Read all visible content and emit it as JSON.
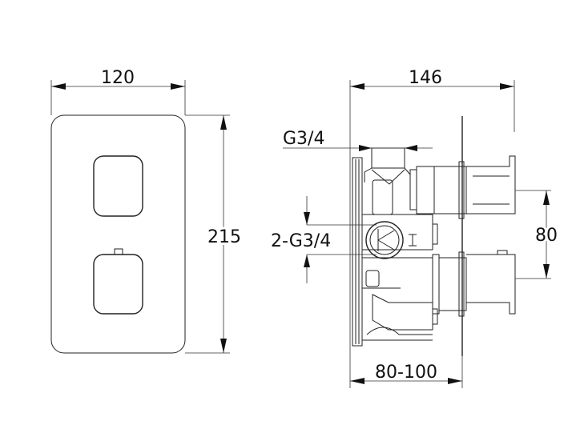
{
  "front_view": {
    "width_label": "120",
    "height_label": "215"
  },
  "side_view": {
    "depth_label": "146",
    "top_inlet_label": "G3/4",
    "side_inlets_label": "2-G3/4",
    "handle_spacing_label": "80",
    "wall_depth_label": "80-100"
  }
}
